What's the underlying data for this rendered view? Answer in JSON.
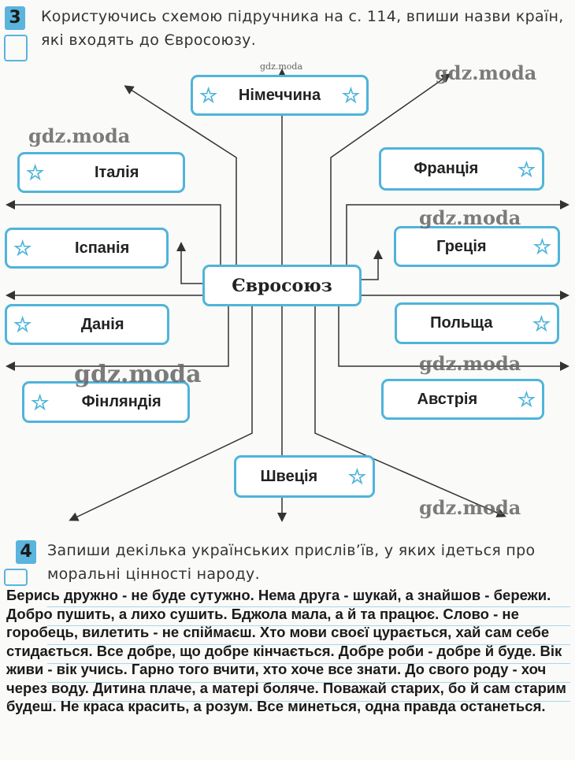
{
  "task3": {
    "number": "3",
    "text": "Користуючись схемою підручника на с. 114, впиши назви країн, які входять до Євросоюзу."
  },
  "diagram": {
    "center": "Євросоюз",
    "countries": [
      "Німеччина",
      "Італія",
      "Франція",
      "Іспанія",
      "Греція",
      "Данія",
      "Польща",
      "Фінляндія",
      "Австрія",
      "Швеція"
    ]
  },
  "task4": {
    "number": "4",
    "text": "Запиши декілька українських прислів’їв, у яких ідеться про моральні цінності народу."
  },
  "answer": "Берись дружно - не буде сутужно. Нема друга - шукай, а знайшов - бережи. Добро пушить, а лихо сушить. Бджола мала, а й та працює. Слово - не горобець, вилетить - не спіймаєш. Хто мови своєї цурається, хай сам себе стидається. Все добре, що добре кінчається. Добре роби - добре й буде. Вік живи - вік учись. Гарно того вчити, хто хоче все знати. До свого роду - хоч через воду. Дитина плаче, а матері боляче. Поважай старих, бо й сам старим будеш. Не краса красить, а розум. Все минеться, одна правда останеться.",
  "watermark": "gdz.moda",
  "colors": {
    "accent": "#4fb4da"
  }
}
